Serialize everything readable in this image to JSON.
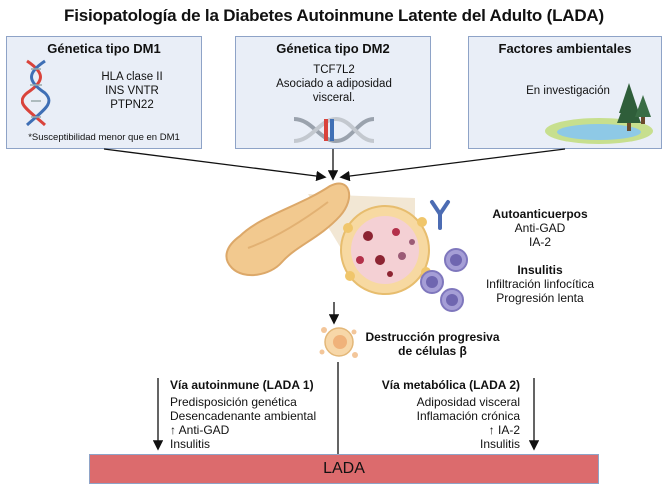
{
  "title": "Fisiopatología de la Diabetes Autoinmune Latente del Adulto (LADA)",
  "boxes": {
    "dm1": {
      "title": "Génetica tipo DM1",
      "lines": [
        "HLA clase II",
        "INS VNTR",
        "PTPN22"
      ],
      "note": "*Susceptibilidad menor que en DM1"
    },
    "dm2": {
      "title": "Génetica tipo DM2",
      "lines": [
        "TCF7L2",
        "Asociado a adiposidad",
        "visceral."
      ]
    },
    "env": {
      "title": "Factores ambientales",
      "line": "En investigación"
    }
  },
  "middle": {
    "autoanticuerpos": {
      "heading": "Autoanticuerpos",
      "lines": [
        "Anti-GAD",
        "IA-2"
      ]
    },
    "insulitis": {
      "heading": "Insulitis",
      "lines": [
        "Infiltración linfocítica",
        "Progresión lenta"
      ]
    },
    "destruccion": {
      "line1": "Destrucción progresiva",
      "line2": "de células β"
    }
  },
  "pathways": {
    "autoinmune": {
      "heading": "Vía autoinmune (LADA 1)",
      "lines": [
        "Predisposición genética",
        "Desencadenante ambiental",
        "↑ Anti-GAD",
        "Insulitis"
      ]
    },
    "metabolica": {
      "heading": "Vía metabólica (LADA 2)",
      "lines": [
        "Adiposidad visceral",
        "Inflamación crónica",
        "↑ IA-2",
        "Insulitis"
      ]
    }
  },
  "result": {
    "label": "LADA"
  },
  "colors": {
    "box_fill": "#e9eef7",
    "box_border": "#8ea3c7",
    "lada_bar": "#dc6b6d",
    "pancreas": "#f2c98f",
    "antibody": "#4c6cb3",
    "lymphocyte": "#8b83c4"
  },
  "icons": [
    "dna-helix-icon",
    "dna-fragment-icon",
    "landscape-lake-trees-icon",
    "pancreas-icon",
    "islet-cells-icon",
    "antibody-icon",
    "lymphocyte-icon",
    "beta-cell-icon"
  ]
}
